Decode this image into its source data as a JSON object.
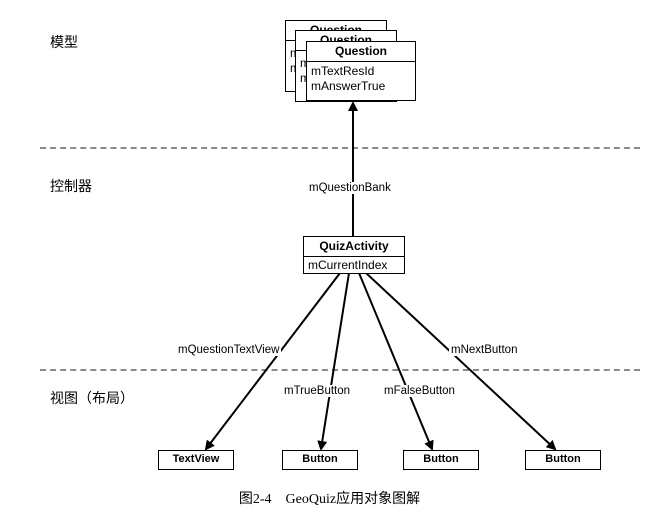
{
  "layers": {
    "model": "模型",
    "controller": "控制器",
    "view": "视图（布局）"
  },
  "model": {
    "stack_title": "Question",
    "stack_partial_field": "m",
    "title": "Question",
    "fields": [
      "mTextResId",
      "mAnswerTrue"
    ]
  },
  "controller": {
    "title": "QuizActivity",
    "fields": [
      "mCurrentIndex"
    ]
  },
  "edges": {
    "question_bank": "mQuestionBank",
    "question_text_view": "mQuestionTextView",
    "true_button": "mTrueButton",
    "false_button": "mFalseButton",
    "next_button": "mNextButton"
  },
  "views": [
    "TextView",
    "Button",
    "Button",
    "Button"
  ],
  "caption": "图2-4    GeoQuiz应用对象图解"
}
